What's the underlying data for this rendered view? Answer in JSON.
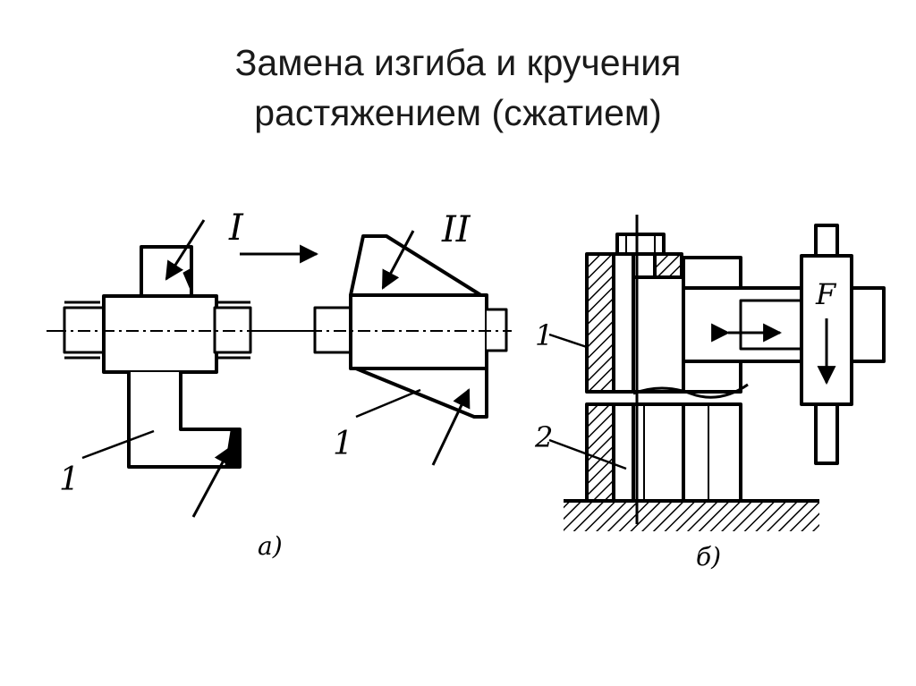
{
  "slide": {
    "title_line1": "Замена изгиба и кручения",
    "title_line2": "растяжением (сжатием)"
  },
  "figure_a": {
    "caption": "а)",
    "stage_labels": [
      "I",
      "II"
    ],
    "part_labels": [
      "1",
      "1"
    ]
  },
  "figure_b": {
    "caption": "б)",
    "part_labels": [
      "1",
      "2"
    ],
    "force_label": "F"
  },
  "colors": {
    "ink": "#000000",
    "text": "#1a1a1a",
    "background": "#ffffff"
  }
}
